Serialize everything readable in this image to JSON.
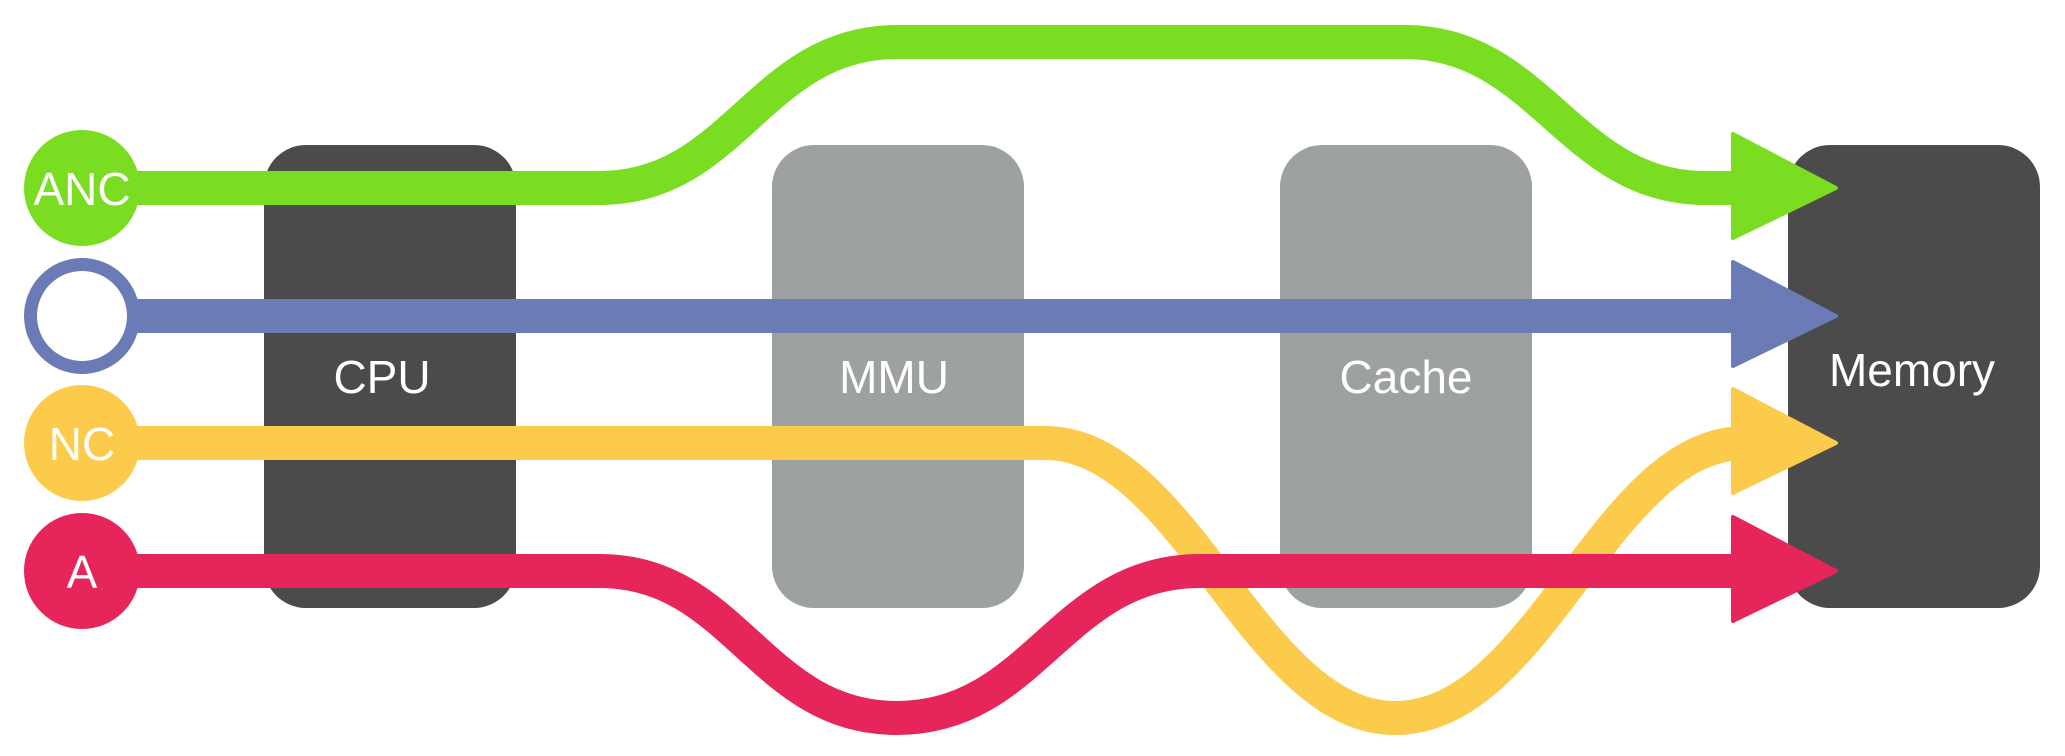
{
  "colors": {
    "background": "#ffffff",
    "dark_block": "#4b4b4b",
    "gray_block": "#9da19f",
    "green": "#7add22",
    "blue": "#6b7bb5",
    "yellow": "#fdcb4b",
    "red": "#e6265a",
    "white": "#ffffff"
  },
  "blocks": {
    "cpu": {
      "label": "CPU"
    },
    "mmu": {
      "label": "MMU"
    },
    "cache": {
      "label": "Cache"
    },
    "memory": {
      "label": "Memory"
    }
  },
  "flows": [
    {
      "id": "anc",
      "label": "ANC",
      "color": "green",
      "endpoint": "filled"
    },
    {
      "id": "none",
      "label": "",
      "color": "blue",
      "endpoint": "hollow"
    },
    {
      "id": "nc",
      "label": "NC",
      "color": "yellow",
      "endpoint": "filled"
    },
    {
      "id": "a",
      "label": "A",
      "color": "red",
      "endpoint": "filled"
    }
  ]
}
